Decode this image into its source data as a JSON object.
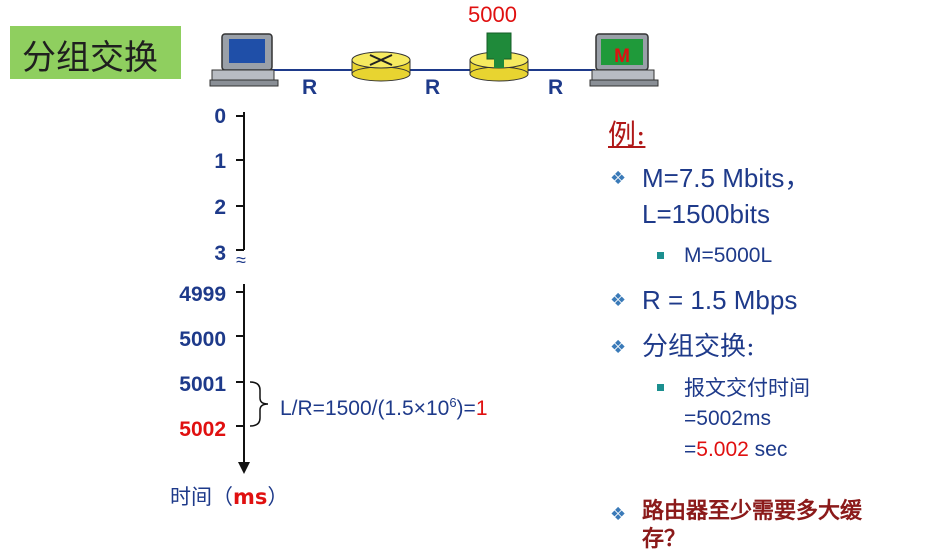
{
  "title": "分组交换",
  "diagram": {
    "counter_label": "5000",
    "link_labels": [
      "R",
      "R",
      "R"
    ],
    "dest_message_label": "M"
  },
  "timeline": {
    "ticks": [
      "0",
      "1",
      "2",
      "3",
      "4999",
      "5000",
      "5001",
      "5002"
    ],
    "break_symbol": "≈",
    "axis_label": "时间（",
    "axis_unit": "ms",
    "axis_label_end": "）"
  },
  "formula": {
    "lhs": "L/R=1500/(1.5×10",
    "exp": "6",
    "rhs_end": ")=",
    "result": "1"
  },
  "example": {
    "heading": "例:",
    "line1": "M=7.5 Mbits，",
    "line2": "L=1500bits",
    "sub1": "M=5000L",
    "rate": "R = 1.5 Mbps",
    "switching": "分组交换:",
    "delivery_label": "报文交付时间",
    "delivery_ms": "=5002ms",
    "delivery_sec_prefix": "=",
    "delivery_sec_value": "5.002",
    "delivery_sec_unit": " sec",
    "question": "路由器至少需要多大缓存？"
  },
  "colors": {
    "title_bg": "#8fcf5f",
    "text_blue": "#1e3a8a",
    "highlight_red": "#e01010",
    "router_yellow": "#f2e24a",
    "link_blue": "#1e3a8a"
  }
}
